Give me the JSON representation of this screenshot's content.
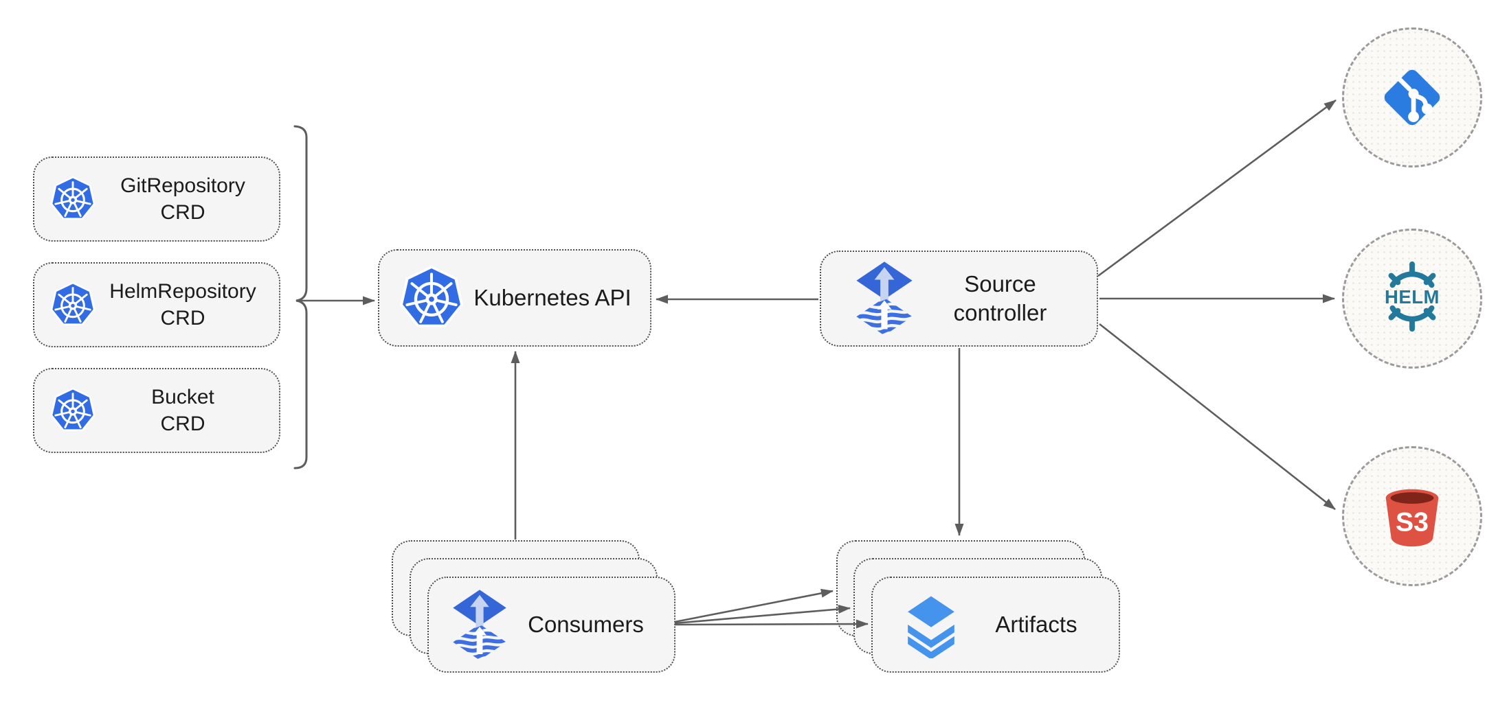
{
  "diagram": {
    "crd_boxes": [
      {
        "name": "gitrepository-crd",
        "line1": "GitRepository",
        "line2": "CRD"
      },
      {
        "name": "helmrepository-crd",
        "line1": "HelmRepository",
        "line2": "CRD"
      },
      {
        "name": "bucket-crd",
        "line1": "Bucket",
        "line2": "CRD"
      }
    ],
    "kubernetes_api_label": "Kubernetes API",
    "source_controller": {
      "line1": "Source",
      "line2": "controller"
    },
    "consumers_label": "Consumers",
    "artifacts_label": "Artifacts",
    "external_sources": {
      "helm_label": "HELM",
      "s3_label": "S3"
    },
    "colors": {
      "kubernetes_blue": "#326ce5",
      "flux_blue": "#3566d8",
      "layers_blue": "#4493ec",
      "git_blue": "#2a7ce0",
      "helm_teal": "#22799c",
      "s3_red": "#de5244",
      "node_fill": "#f5f5f5",
      "arrow_gray": "#5d5d5d"
    }
  }
}
